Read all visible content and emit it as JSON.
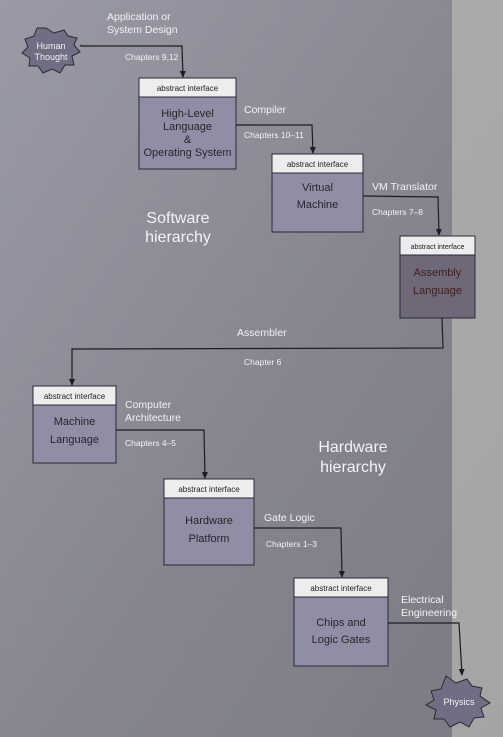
{
  "boxes": [
    {
      "header": "abstract interface",
      "lines": [
        "High-Level",
        "Language",
        "&",
        "Operating System"
      ]
    },
    {
      "header": "abstract interface",
      "lines": [
        "Virtual",
        "Machine"
      ]
    },
    {
      "header": "abstract interface",
      "lines": [
        "Assembly",
        "Language"
      ]
    },
    {
      "header": "abstract interface",
      "lines": [
        "Machine",
        "Language"
      ]
    },
    {
      "header": "abstract interface",
      "lines": [
        "Hardware",
        "Platform"
      ]
    },
    {
      "header": "abstract interface",
      "lines": [
        "Chips and",
        "Logic Gates"
      ]
    }
  ],
  "stars": {
    "start": [
      "Human",
      "Thought"
    ],
    "end": [
      "Physics"
    ]
  },
  "labels": {
    "app_design": [
      "Application or",
      "System Design"
    ],
    "app_chapters": "Chapters 9,12",
    "compiler": "Compiler",
    "compiler_chapters": "Chapters 10–11",
    "vm_translator": "VM Translator",
    "vm_chapters": "Chapters 7–8",
    "assembler": "Assembler",
    "assembler_chapters": "Chapter 6",
    "computer_arch": [
      "Computer",
      "Architecture"
    ],
    "arch_chapters": "Chapters 4–5",
    "gate_logic": "Gate Logic",
    "gate_chapters": "Chapters 1–3",
    "electrical": [
      "Electrical",
      "Engineering"
    ],
    "software_hierarchy": [
      "Software",
      "hierarchy"
    ],
    "hardware_hierarchy": [
      "Hardware",
      "hierarchy"
    ]
  }
}
